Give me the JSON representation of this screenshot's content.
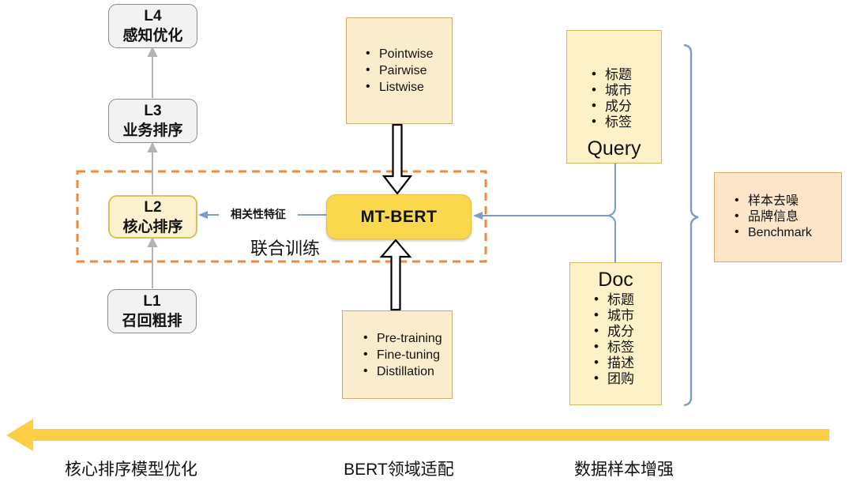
{
  "left_pipeline": {
    "levels": [
      {
        "id": "L4",
        "label": "感知优化"
      },
      {
        "id": "L3",
        "label": "业务排序"
      },
      {
        "id": "L2",
        "label": "核心排序"
      },
      {
        "id": "L1",
        "label": "召回粗排"
      }
    ]
  },
  "center": {
    "model_label": "MT-BERT",
    "ranking_losses": [
      "Pointwise",
      "Pairwise",
      "Listwise"
    ],
    "training_steps": [
      "Pre-training",
      "Fine-tuning",
      "Distillation"
    ],
    "joint_training_label": "联合训练",
    "relevance_feature_label": "相关性特征"
  },
  "right": {
    "query_box": {
      "title": "Query",
      "fields": [
        "标题",
        "城市",
        "成分",
        "标签"
      ]
    },
    "doc_box": {
      "title": "Doc",
      "fields": [
        "标题",
        "城市",
        "成分",
        "标签",
        "描述",
        "团购"
      ]
    },
    "augment_box": {
      "items": [
        "样本去噪",
        "品牌信息",
        "Benchmark"
      ]
    }
  },
  "bottom_axis": {
    "labels": [
      "核心排序模型优化",
      "BERT领域适配",
      "数据样本增强"
    ]
  },
  "colors": {
    "mt_bert_fill": "#F9D84B",
    "level_gray_fill": "#F2F2F2",
    "cream_fill": "#FAEDCE",
    "light_yellow_fill": "#FDF2C7",
    "peach_fill": "#FCE5C9",
    "dashed_border": "#F0883B",
    "blue_line": "#7E9AC7",
    "gray_line": "#B3B3B3",
    "axis_arrow_yellow": "#FBCE45"
  }
}
